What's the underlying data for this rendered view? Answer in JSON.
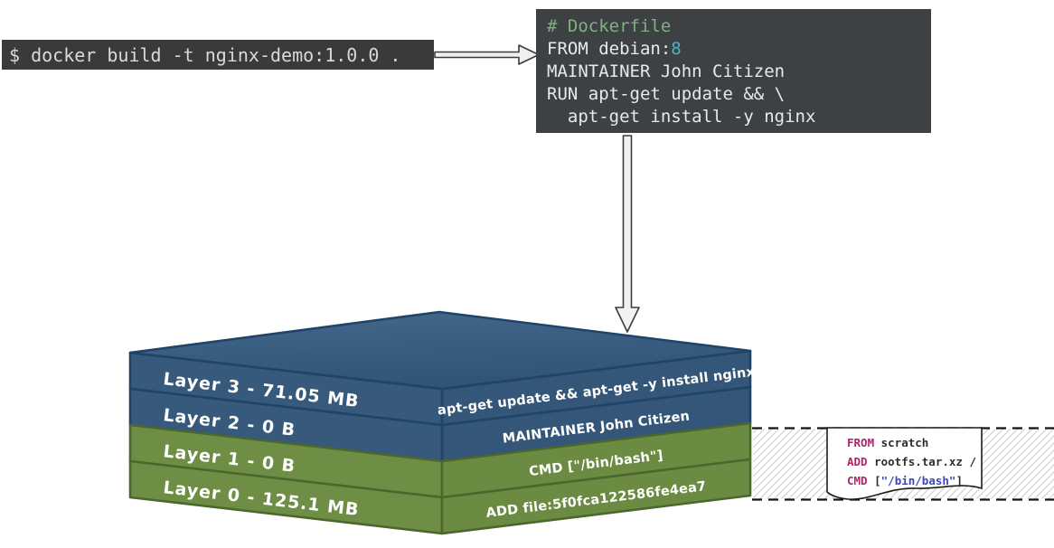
{
  "terminal": {
    "command": "$ docker build -t nginx-demo:1.0.0 ."
  },
  "dockerfile": {
    "comment": "# Dockerfile",
    "from_instruction": "FROM debian:",
    "from_tag": "8",
    "maintainer": "MAINTAINER John Citizen",
    "run_line1": "RUN apt-get update && \\",
    "run_line2": "  apt-get install -y nginx"
  },
  "stack": {
    "layers": [
      {
        "left_label": "Layer 3 - 71.05 MB",
        "right_label": "apt-get update && apt-get -y install nginx",
        "color_group": "blue"
      },
      {
        "left_label": "Layer 2 - 0 B",
        "right_label": "MAINTAINER John Citizen",
        "color_group": "blue"
      },
      {
        "left_label": "Layer 1 - 0 B",
        "right_label": "CMD [\"/bin/bash\"]",
        "color_group": "green"
      },
      {
        "left_label": "Layer 0 - 125.1 MB",
        "right_label": "ADD file:5f0fca122586fe4ea7",
        "color_group": "green"
      }
    ]
  },
  "base_image_file": {
    "line1_keyword": "FROM",
    "line1_rest": " scratch",
    "line2_keyword": "ADD",
    "line2_rest": " rootfs.tar.xz /",
    "line3_keyword": "CMD",
    "line3_open": " [",
    "line3_string": "\"/bin/bash\"",
    "line3_close": "]"
  },
  "colors": {
    "terminal_bg": "#3a3a3a",
    "code_box_bg": "#3d4144",
    "code_text": "#e9e9e9",
    "comment_green": "#7fb181",
    "tag_teal": "#4fb4c4",
    "layer_blue": "#37597b",
    "layer_blue_border": "#1f4467",
    "layer_green": "#6d8e44",
    "layer_green_border": "#4c672e",
    "keyword_magenta": "#b0246b",
    "string_blue": "#3b46c2",
    "arrow_fill": "#efefef",
    "arrow_outline": "#3c3c3c"
  }
}
